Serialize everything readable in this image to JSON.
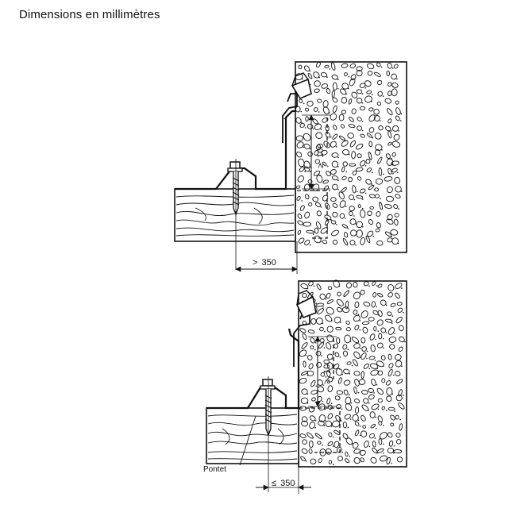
{
  "header": {
    "title": "Dimensions en millimètres"
  },
  "figures": [
    {
      "id": "top",
      "vertical_dimension": "100",
      "vertical_dimension_symbol": "≥",
      "horizontal_dimension": "350",
      "horizontal_dimension_symbol": ">"
    },
    {
      "id": "bottom",
      "vertical_dimension": "100",
      "vertical_dimension_symbol": "≥",
      "horizontal_dimension": "350",
      "horizontal_dimension_symbol": "≤",
      "callout": "Pontet"
    }
  ],
  "colors": {
    "ink": "#111111",
    "paper": "#ffffff"
  }
}
